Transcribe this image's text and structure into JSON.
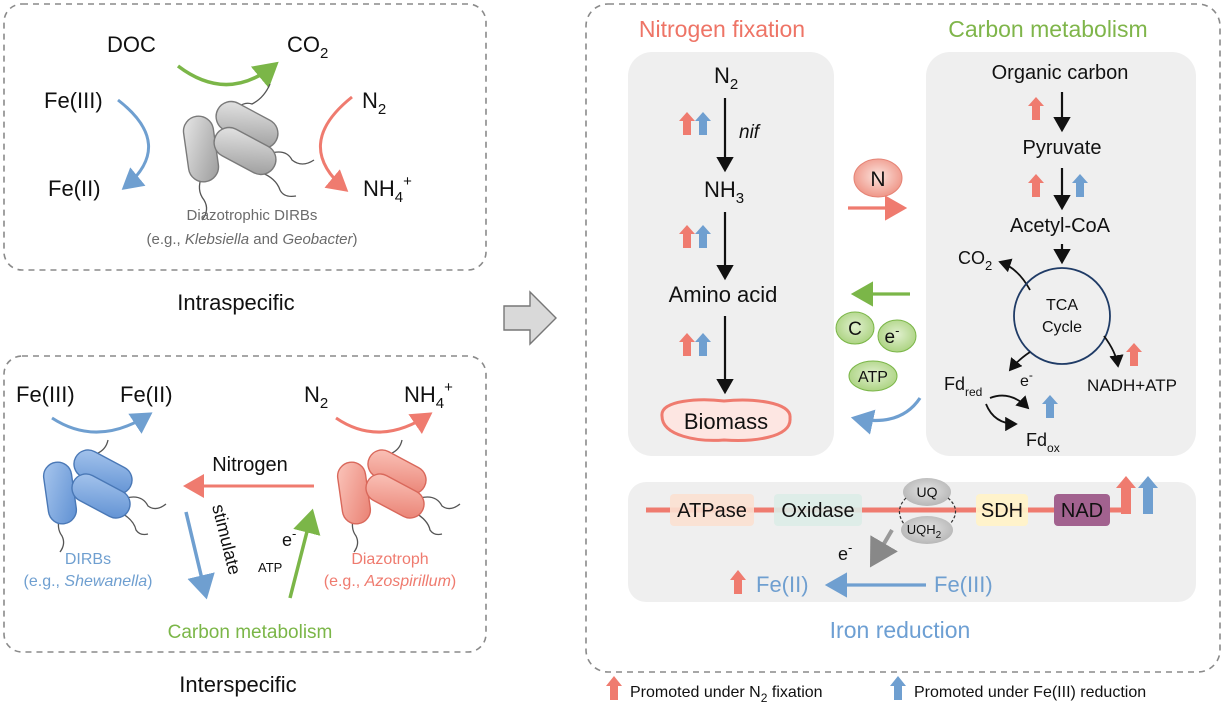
{
  "intraspecific": {
    "doc": "DOC",
    "co2_main": "CO",
    "co2_sub": "2",
    "fe3": "Fe(III)",
    "fe2": "Fe(II)",
    "n2_main": "N",
    "n2_sub": "2",
    "nh4_main": "NH",
    "nh4_sub": "4",
    "nh4_sup": "+",
    "organism": "Diazotrophic DIRBs",
    "example_pre": "(e.g., ",
    "example_g1": "Klebsiella",
    "example_and": " and ",
    "example_g2": "Geobacter",
    "example_post": ")",
    "caption": "Intraspecific"
  },
  "interspecific": {
    "fe3": "Fe(III)",
    "fe2": "Fe(II)",
    "n2_main": "N",
    "n2_sub": "2",
    "nh4_main": "NH",
    "nh4_sub": "4",
    "nh4_sup": "+",
    "nitrogen": "Nitrogen",
    "stimulate": "stimulate",
    "electron_main": "e",
    "electron_sup": "-",
    "atp": "ATP",
    "dirbs": "DIRBs",
    "dirbs_example_pre": "(e.g., ",
    "dirbs_example_genus": "Shewanella",
    "dirbs_example_post": ")",
    "diazotroph": "Diazotroph",
    "diazotroph_example_pre": "(e.g., ",
    "diazotroph_example_genus": "Azospirillum",
    "diazotroph_example_post": ")",
    "carbon_metabolism": "Carbon metabolism",
    "caption": "Interspecific"
  },
  "nitrogen_fixation": {
    "title": "Nitrogen fixation",
    "n2_main": "N",
    "n2_sub": "2",
    "nif": "nif",
    "nh3_main": "NH",
    "nh3_sub": "3",
    "amino_acid": "Amino acid",
    "biomass": "Biomass"
  },
  "exchange": {
    "n": "N",
    "c": "C",
    "electron_main": "e",
    "electron_sup": "-",
    "atp": "ATP"
  },
  "carbon_metabolism": {
    "title": "Carbon metabolism",
    "organic_carbon": "Organic carbon",
    "pyruvate": "Pyruvate",
    "acetyl_coa": "Acetyl-CoA",
    "co2_main": "CO",
    "co2_sub": "2",
    "tca_line1": "TCA",
    "tca_line2": "Cycle",
    "fd_red_main": "Fd",
    "fd_red_sub": "red",
    "fd_ox_main": "Fd",
    "fd_ox_sub": "ox",
    "electron_main": "e",
    "electron_sup": "-",
    "nadh_atp": "NADH+ATP"
  },
  "iron_reduction": {
    "title": "Iron reduction",
    "atpase": "ATPase",
    "oxidase": "Oxidase",
    "uq": "UQ",
    "uqh_main": "UQH",
    "uqh_sub": "2",
    "sdh": "SDH",
    "nad": "NAD",
    "electron_main": "e",
    "electron_sup": "-",
    "fe2": "Fe(II)",
    "fe3": "Fe(III)"
  },
  "legend": {
    "red_pre": "Promoted under N",
    "red_sub": "2",
    "red_post": " fixation",
    "blue": "Promoted under Fe(III) reduction"
  },
  "colors": {
    "red": "#ef7b6f",
    "blue": "#6f9fd0",
    "green": "#7bb648",
    "title_red": "#ee7466",
    "title_green": "#7fb54a",
    "title_blue": "#6d9fd3",
    "panel_gray": "#efefef",
    "dashed_border": "#8a8a8a"
  }
}
